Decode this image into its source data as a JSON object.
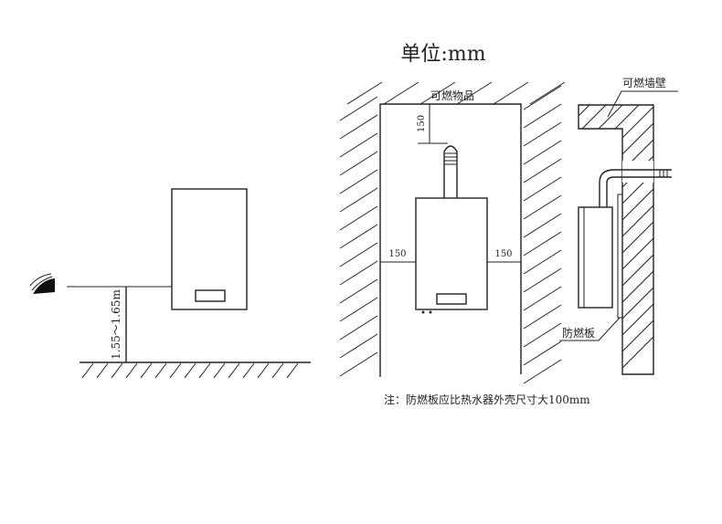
{
  "title": "单位:mm",
  "left_diagram": {
    "height_label": "1.55～1.65m"
  },
  "middle_diagram": {
    "top_label": "可燃物品",
    "top_clearance": "150",
    "left_clearance": "150",
    "right_clearance": "150"
  },
  "right_diagram": {
    "wall_label": "可燃墙壁",
    "plate_label": "防燃板"
  },
  "note": "注：防燃板应比热水器外壳尺寸大100mm"
}
